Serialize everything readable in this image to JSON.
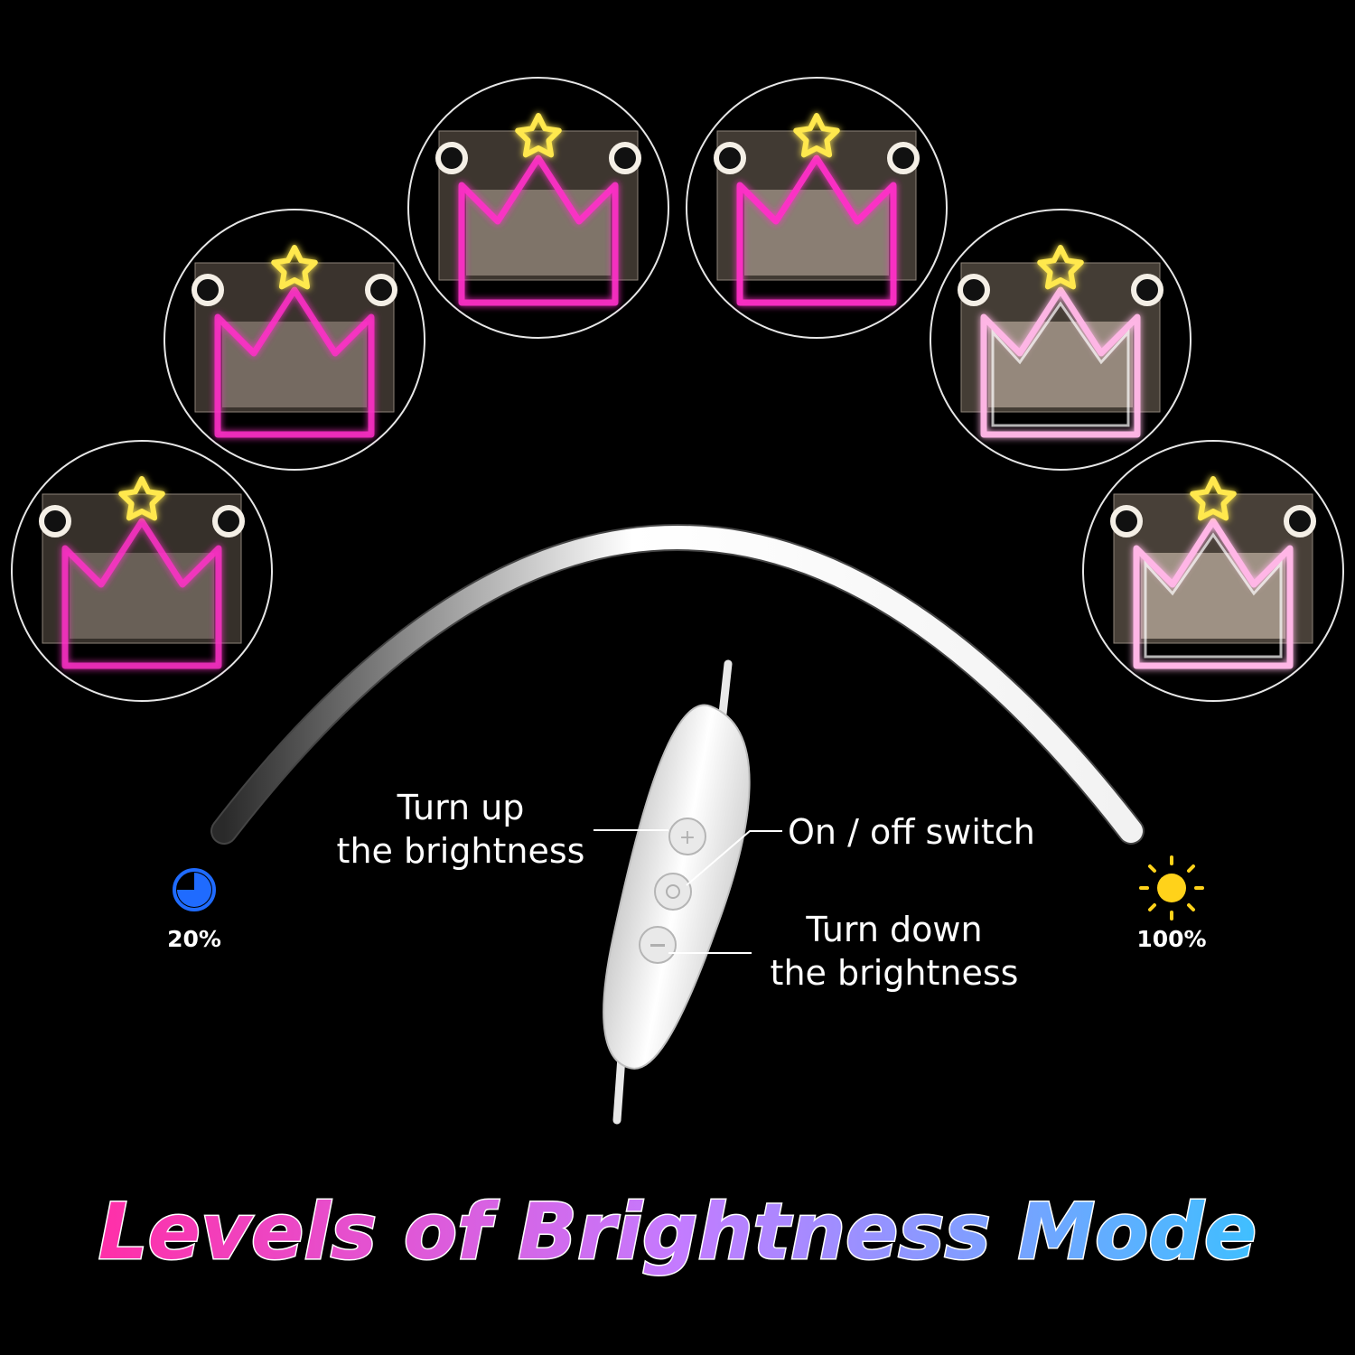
{
  "brightness": {
    "min_label": "20%",
    "max_label": "100%",
    "levels": [
      0.2,
      0.36,
      0.52,
      0.68,
      0.84,
      1.0
    ]
  },
  "controller": {
    "up_line1": "Turn up",
    "up_line2": "the brightness",
    "power_label": "On / off switch",
    "down_line1": "Turn down",
    "down_line2": "the brightness"
  },
  "title": "Levels of Brightness Mode",
  "colors": {
    "background": "#000000",
    "neon_pink": "#ff2fc8",
    "neon_light_pink": "#ffb6e6",
    "neon_yellow": "#ffe84d",
    "moon_blue": "#1f6bff",
    "sun_yellow": "#ffd21a",
    "title_gradient": [
      "#ff2fa8",
      "#c47bff",
      "#3fbfff"
    ]
  }
}
